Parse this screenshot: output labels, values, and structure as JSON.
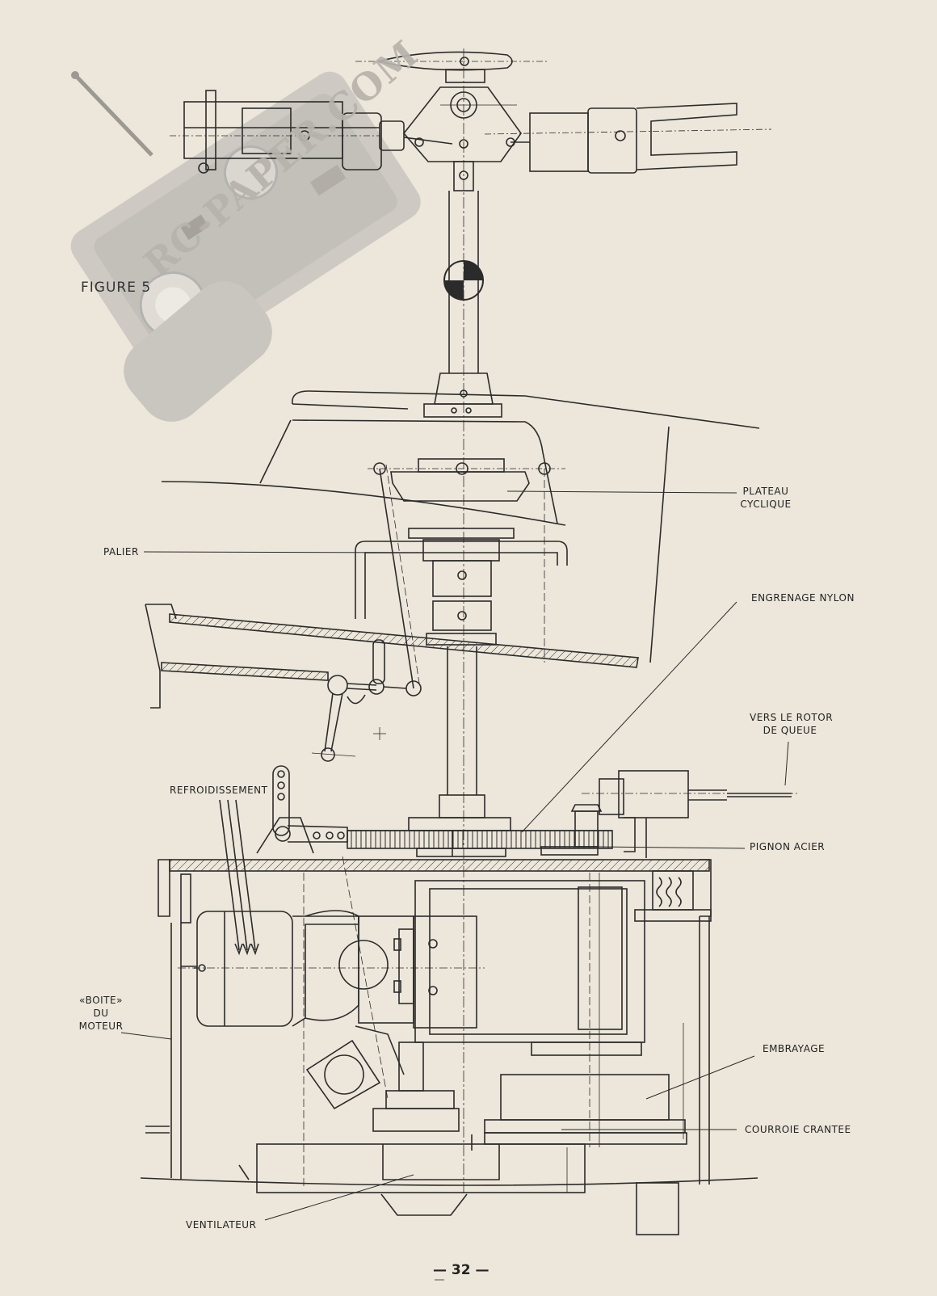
{
  "figure": {
    "caption": "FIGURE 5"
  },
  "watermark": {
    "text": "RC-PAPER.COM"
  },
  "labels": {
    "plateau_cyclique_1": "PLATEAU",
    "plateau_cyclique_2": "CYCLIQUE",
    "palier": "PALIER",
    "engrenage_nylon": "ENGRENAGE NYLON",
    "vers_rotor_1": "VERS LE ROTOR",
    "vers_rotor_2": "DE QUEUE",
    "refroidissement": "REFROIDISSEMENT",
    "pignon_acier": "PIGNON ACIER",
    "boite_1": "«BOITE»",
    "boite_2": "DU",
    "boite_3": "MOTEUR",
    "embrayage": "EMBRAYAGE",
    "courroie_crantee": "COURROIE CRANTEE",
    "ventilateur": "VENTILATEUR"
  },
  "page": {
    "number": "— 32 —"
  },
  "colors": {
    "paper": "#ece7da",
    "ink": "#2b2b2b",
    "watermark": "#b9b6b0"
  }
}
